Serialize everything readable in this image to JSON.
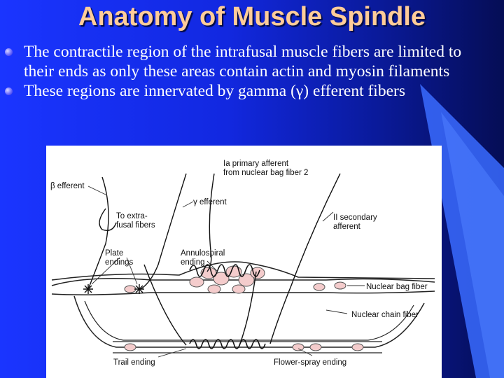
{
  "slide": {
    "title": "Anatomy of Muscle Spindle",
    "bullets": [
      "The contractile region of the intrafusal muscle fibers are limited to their ends as only these areas contain actin and myosin filaments",
      "These regions are innervated by gamma (γ) efferent fibers"
    ]
  },
  "figure": {
    "labels": {
      "ia_primary": "Ia primary afferent\nfrom nuclear bag fiber 2",
      "beta_efferent": "β efferent",
      "gamma_efferent": "γ efferent",
      "extrafusal": "To extra-\nfusal fibers",
      "ii_secondary": "II secondary\nafferent",
      "plate_endings": "Plate\nendings",
      "annulospiral": "Annulospiral\nending",
      "nuclear_bag": "Nuclear bag fiber",
      "nuclear_chain": "Nuclear chain fiber",
      "trail_ending": "Trail ending",
      "flower_spray": "Flower-spray ending"
    }
  },
  "colors": {
    "background": "#1228e0",
    "title": "#ffcc99",
    "text": "#ffffff",
    "accent": "#3a6bff"
  }
}
